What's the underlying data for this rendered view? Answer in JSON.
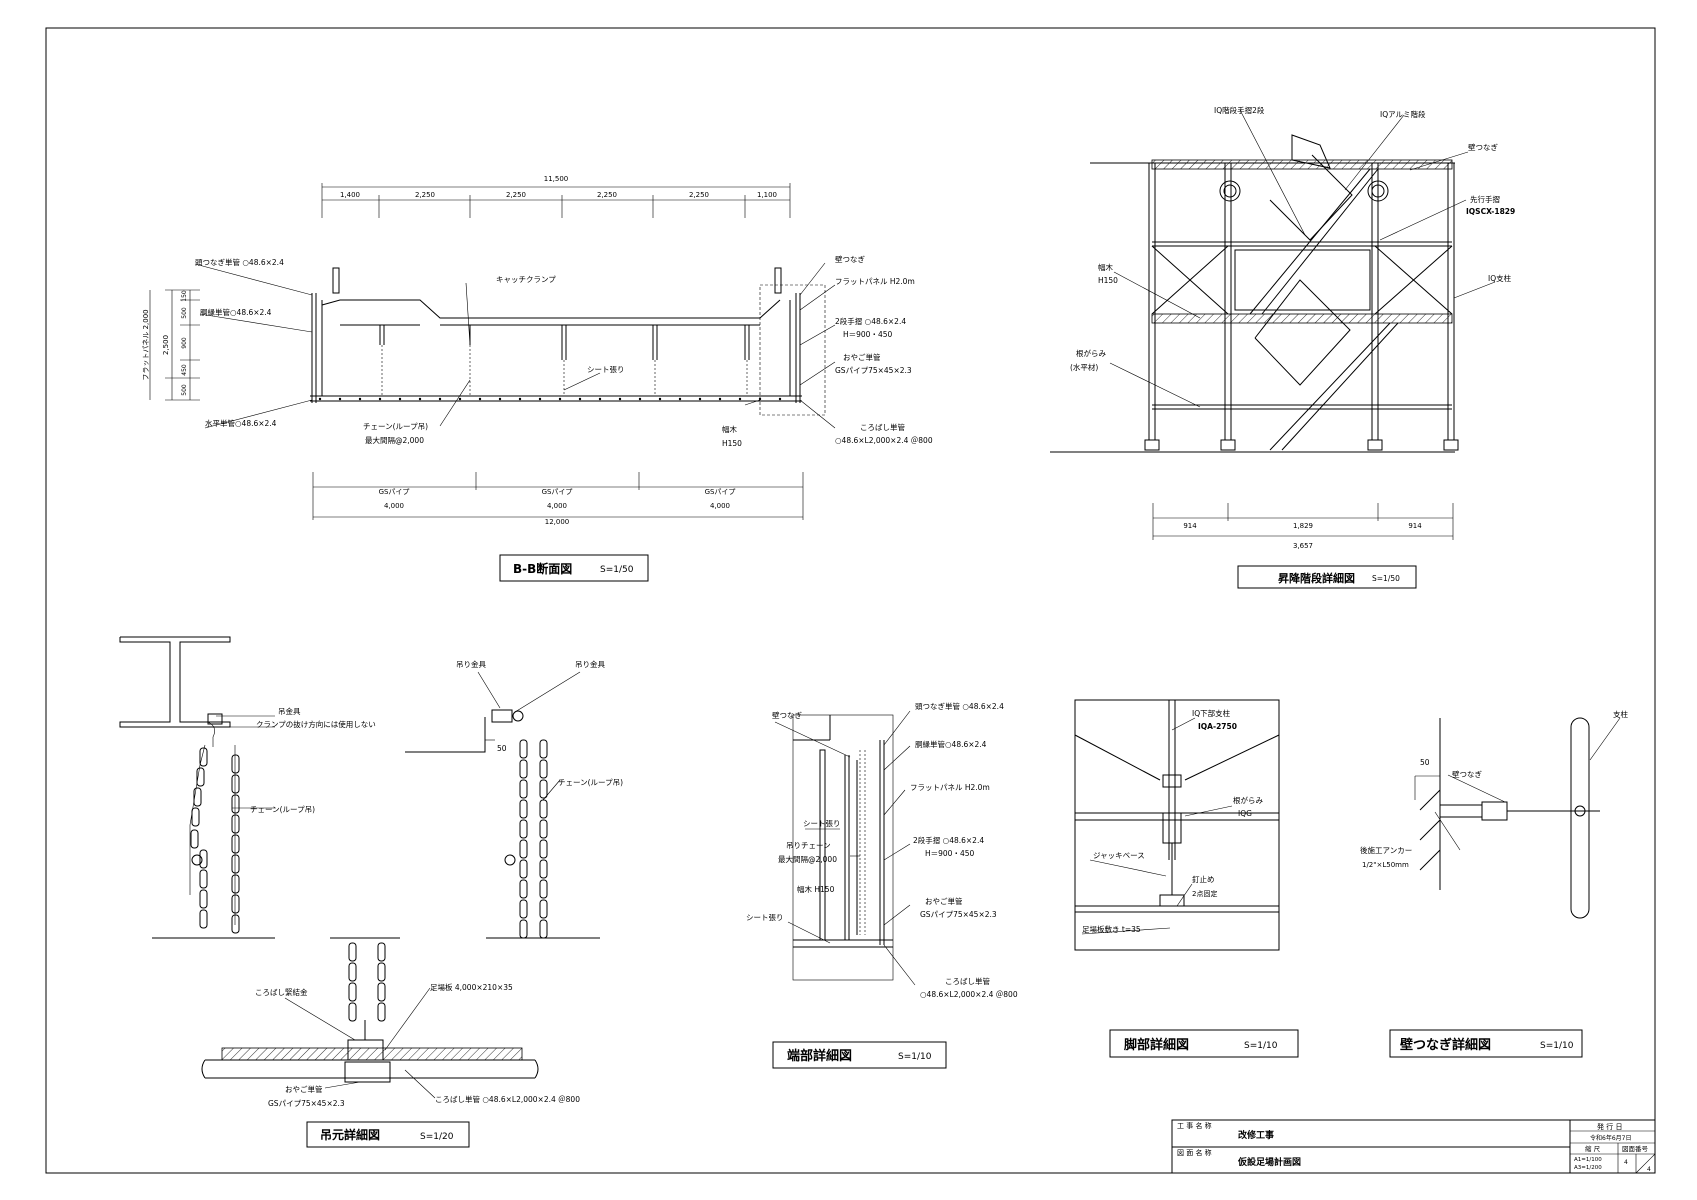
{
  "views": {
    "section": {
      "title": "B-B断面図",
      "scale": "S=1/50",
      "dims_top": [
        "11,500",
        "1,400",
        "2,250",
        "2,250",
        "2,250",
        "2,250",
        "1,100"
      ],
      "dims_left": [
        "フラットパネル 2,000",
        "2,500",
        "150",
        "500",
        "900",
        "450",
        "500"
      ],
      "dims_bottom": [
        "GSパイプ",
        "GSパイプ",
        "GSパイプ",
        "4,000",
        "4,000",
        "4,000",
        "12,000"
      ],
      "labels": {
        "top_pipe": "頭つなぎ単管 ○48.6×2.4",
        "waist_pipe": "胴縁単管○48.6×2.4",
        "horizontal_pipe": "水平単管○48.6×2.4",
        "catch_clamp": "キャッチクランプ",
        "sheet": "シート張り",
        "chain": "チェーン(ループ吊)",
        "chain_pitch": "最大間隔@2,000",
        "wall_tie": "壁つなぎ",
        "flat_panel": "フラットパネル H2.0m",
        "handrail": "2段手摺 ○48.6×2.4",
        "handrail_h": "H＝900・450",
        "main_pipe": "おやご単管",
        "gs_pipe": "GSパイプ75×45×2.3",
        "toe_board": "幅木",
        "toe_board_h": "H150",
        "joist": "ころばし単管",
        "joist_spec": "○48.6×L2,000×2.4 ＠800"
      }
    },
    "stair": {
      "title": "昇降階段詳細図",
      "scale": "S=1/50",
      "dims": [
        "914",
        "1,829",
        "914",
        "3,657"
      ],
      "labels": {
        "handrail2": "IQ階段手摺2段",
        "alum_stair": "IQアルミ階段",
        "wall_tie": "壁つなぎ",
        "lead_rail": "先行手摺",
        "lead_rail_model": "IQSCX-1829",
        "toe_board": "幅木",
        "toe_board_h": "H150",
        "post": "IQ支柱",
        "ledger": "根がらみ",
        "ledger_note": "(水平材)"
      }
    },
    "hanger": {
      "title": "吊元詳細図",
      "scale": "S=1/20",
      "labels": {
        "hanger": "吊金具",
        "clamp_note": "クランプの抜け方向には使用しない",
        "chain1": "チェーン(ループ吊)",
        "hanger_a": "吊り金具",
        "hanger_b": "吊り金具",
        "chain2": "チェーン(ループ吊)",
        "dim50": "50",
        "joist_fitting": "ころばし緊結金",
        "deck": "足場板 4,000×210×35",
        "main_pipe": "おやご単管",
        "gs_pipe": "GSパイプ75×45×2.3",
        "joist": "ころばし単管 ○48.6×L2,000×2.4 ＠800"
      }
    },
    "end": {
      "title": "端部詳細図",
      "scale": "S=1/10",
      "labels": {
        "wall_tie": "壁つなぎ",
        "top_pipe": "頭つなぎ単管 ○48.6×2.4",
        "waist_pipe": "胴縁単管○48.6×2.4",
        "flat_panel": "フラットパネル H2.0m",
        "sheet": "シート張り",
        "hang_chain": "吊りチェーン",
        "chain_pitch": "最大間隔@2,000",
        "handrail": "2段手摺 ○48.6×2.4",
        "handrail_h": "H＝900・450",
        "toe_board": "幅木 H150",
        "main_pipe": "おやご単管",
        "gs_pipe": "GSパイプ75×45×2.3",
        "sheet2": "シート張り",
        "joist": "ころばし単管",
        "joist_spec": "○48.6×L2,000×2.4 ＠800"
      }
    },
    "foot": {
      "title": "脚部詳細図",
      "scale": "S=1/10",
      "labels": {
        "post": "IQ下部支柱",
        "post_model": "IQA-2750",
        "ledger": "根がらみ",
        "ledger_model": "IQG",
        "jack": "ジャッキベース",
        "nail": "釘止め",
        "nail_note": "2点固定",
        "sole": "足場板敷き t=35"
      }
    },
    "walltie": {
      "title": "壁つなぎ詳細図",
      "scale": "S=1/10",
      "labels": {
        "post": "支柱",
        "dim50": "50",
        "wall_tie": "壁つなぎ",
        "anchor": "後施工アンカー",
        "anchor_spec": "1/2\"×L50mm"
      }
    }
  },
  "title_block": {
    "project_label": "工 事 名 称",
    "project": "改修工事",
    "drawing_label": "図 面 名 称",
    "drawing": "仮設足場計画図",
    "issue_label": "発 行 日",
    "issue_date": "令和6年6月7日",
    "scale_label": "縮 尺",
    "scale": "A1=1/100",
    "scale2": "A3=1/200",
    "number_label": "図面番号",
    "number": "4",
    "total": "4"
  }
}
